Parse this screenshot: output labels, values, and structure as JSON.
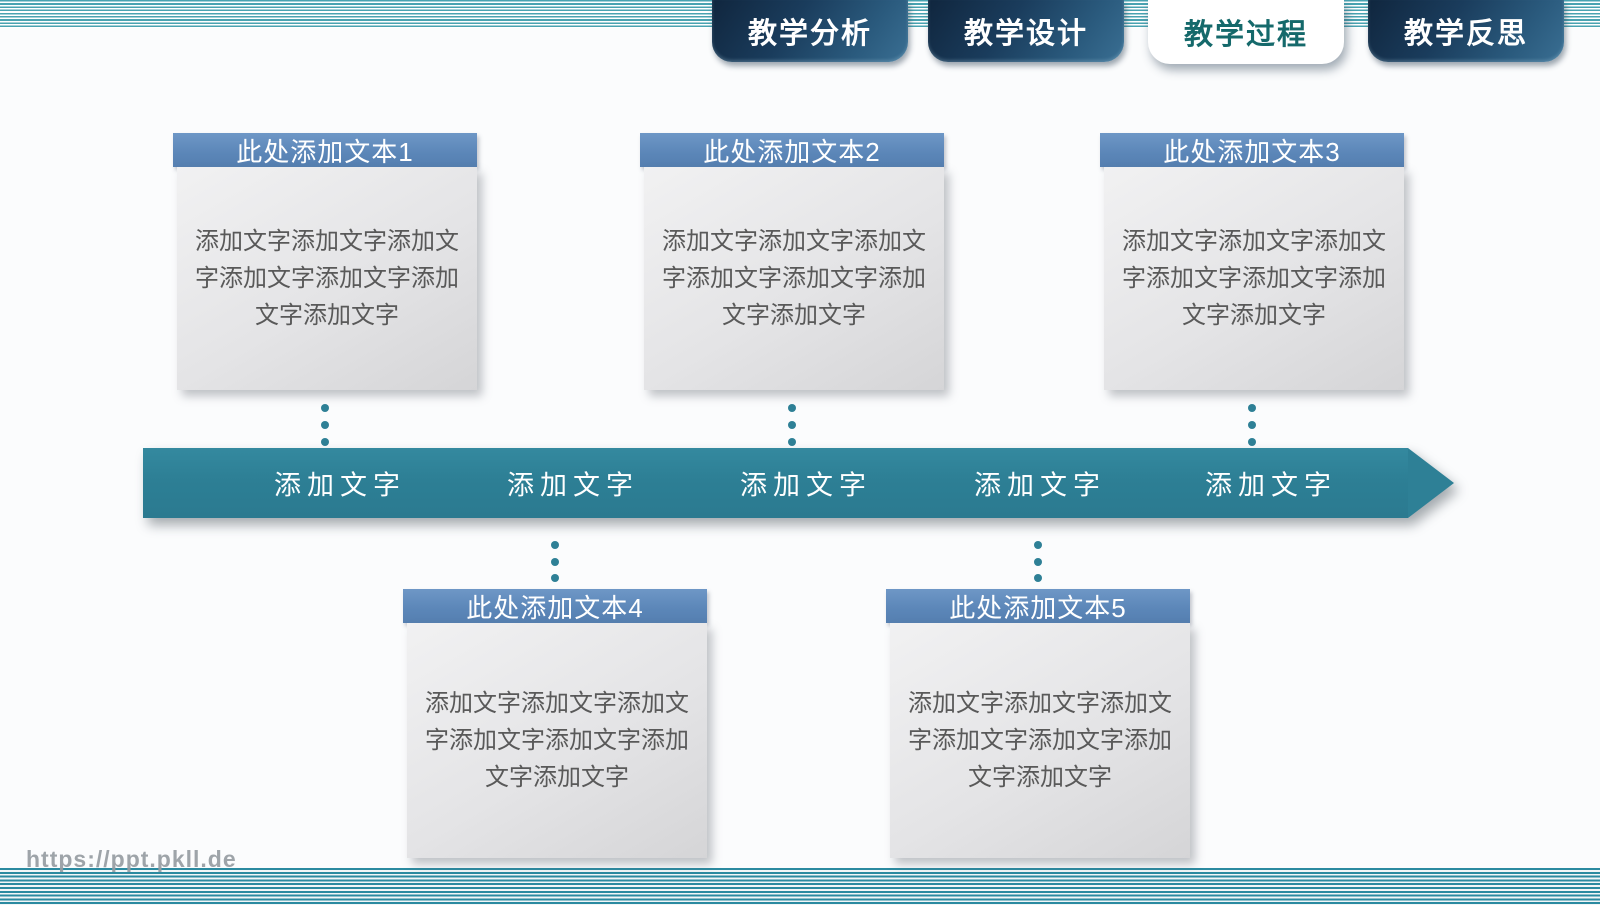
{
  "tabs": [
    {
      "label": "教学分析",
      "active": false
    },
    {
      "label": "教学设计",
      "active": false
    },
    {
      "label": "教学过程",
      "active": true
    },
    {
      "label": "教学反思",
      "active": false
    }
  ],
  "boxes": [
    {
      "title": "此处添加文本1",
      "body_lines": [
        "添加文字添加文字添加文",
        "字添加文字添加文字添加",
        "文字添加文字"
      ]
    },
    {
      "title": "此处添加文本2",
      "body_lines": [
        "添加文字添加文字添加文",
        "字添加文字添加文字添加",
        "文字添加文字"
      ]
    },
    {
      "title": "此处添加文本3",
      "body_lines": [
        "添加文字添加文字添加文",
        "字添加文字添加文字添加",
        "文字添加文字"
      ]
    },
    {
      "title": "此处添加文本4",
      "body_lines": [
        "添加文字添加文字添加文",
        "字添加文字添加文字添加",
        "文字添加文字"
      ]
    },
    {
      "title": "此处添加文本5",
      "body_lines": [
        "添加文字添加文字添加文",
        "字添加文字添加文字添加",
        "文字添加文字"
      ]
    }
  ],
  "arrow": {
    "labels": [
      "添加文字",
      "添加文字",
      "添加文字",
      "添加文字",
      "添加文字"
    ]
  },
  "watermark": "https://ppt.pkll.de",
  "theme": {
    "teal_bar": "#2e8096",
    "header_blue": "#5b86b8",
    "tab_gradient_dark": "#10263e",
    "tab_gradient_light": "#3a6f93",
    "active_tab_text": "#15696b",
    "stripe_teal_top": "#49a3b1",
    "stripe_teal_bottom": "#2b8aa0",
    "body_text_gray": "#595959"
  }
}
